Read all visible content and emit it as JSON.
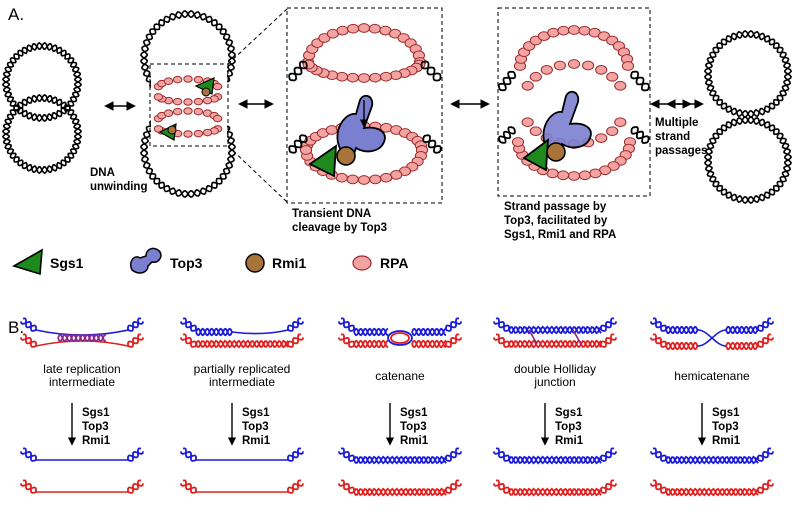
{
  "panel_a": {
    "label": "A.",
    "steps": {
      "unwinding": [
        "DNA",
        "unwinding"
      ],
      "cleavage": [
        "Transient DNA",
        "cleavage by Top3"
      ],
      "strand_passage": [
        "Strand passage by",
        "Top3, facilitated by",
        "Sgs1, Rmi1 and RPA"
      ],
      "multiple": [
        "Multiple",
        "strand",
        "passages"
      ]
    },
    "legend": [
      {
        "name": "Sgs1",
        "shape": "green-triangle-icon",
        "color": "#1e8a1e"
      },
      {
        "name": "Top3",
        "shape": "top3-clamp-icon",
        "color": "#7b7fd0"
      },
      {
        "name": "Rmi1",
        "shape": "brown-circle-icon",
        "color": "#a8743a"
      },
      {
        "name": "RPA",
        "shape": "pink-oval-icon",
        "color": "#f08a8a"
      }
    ]
  },
  "panel_b": {
    "label": "B.",
    "structures": [
      {
        "name": [
          "late replication",
          "intermediate"
        ]
      },
      {
        "name": [
          "partially replicated",
          "intermediate"
        ]
      },
      {
        "name": [
          "catenane"
        ]
      },
      {
        "name": [
          "double Holliday",
          "junction"
        ]
      },
      {
        "name": [
          "hemicatenane"
        ]
      }
    ],
    "enzymes": [
      "Sgs1",
      "Top3",
      "Rmi1"
    ],
    "strand_colors": {
      "top": "#1b1bd8",
      "bottom": "#e02020"
    }
  }
}
